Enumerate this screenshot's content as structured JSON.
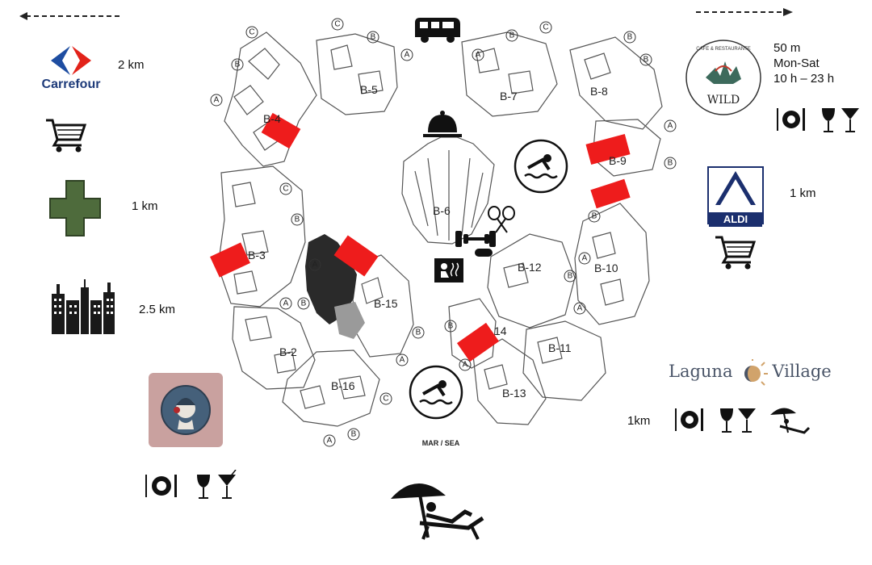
{
  "map": {
    "buildings": [
      "B-4",
      "B-5",
      "B-7",
      "B-8",
      "B-9",
      "B-6",
      "B-3",
      "B-12",
      "B-10",
      "B-15",
      "B-2",
      "B-16",
      "B-11",
      "B-13",
      "14"
    ],
    "sea_label": "MAR / SEA"
  },
  "left_panel": {
    "carrefour": {
      "logo_text": "Carrefour",
      "distance": "2 km"
    },
    "pharmacy": {
      "distance": "1 km"
    },
    "city": {
      "distance": "2.5 km"
    }
  },
  "right_panel": {
    "wild": {
      "logo_text": "WILD",
      "ring_text": "CAFE & RESTAURANTE",
      "distance": "50 m",
      "days": "Mon-Sat",
      "hours": "10 h – 23 h"
    },
    "aldi": {
      "logo_text": "ALDI",
      "distance": "1 km"
    },
    "laguna": {
      "name_left": "Laguna",
      "name_right": "Village",
      "distance": "1km"
    }
  },
  "colors": {
    "reserved": "#ee1c1c",
    "pharmacy_green": "#4e6b3c",
    "aldi_blue": "#1b2f6e",
    "laguna_text": "#4a5568",
    "badge_bg": "#c9a19f"
  },
  "icons": [
    "arrow-left-icon",
    "arrow-right-icon",
    "minibus-icon",
    "restaurant-bell-icon",
    "pool-icon",
    "tennis-icon",
    "gym-icon",
    "sauna-icon",
    "shopping-cart-icon",
    "pharmacy-cross-icon",
    "city-buildings-icon",
    "plate-cutlery-icon",
    "wine-glass-icon",
    "cocktail-glass-icon",
    "beach-lounger-icon"
  ]
}
